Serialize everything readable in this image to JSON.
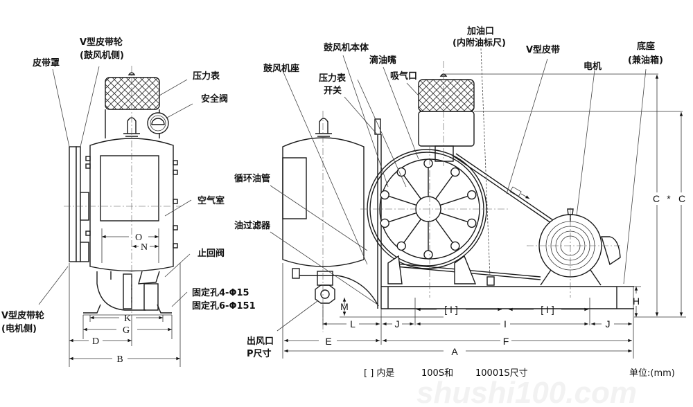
{
  "title": "鼓风机结构与外形尺寸图",
  "left_view": {
    "labels": {
      "belt_cover": "皮带罩",
      "v_pulley_blower_l1": "V型皮带轮",
      "v_pulley_blower_l2": "(鼓风机侧)",
      "pressure_gauge": "压力表",
      "safety_valve": "安全阀",
      "air_chamber": "空气室",
      "check_valve": "止回阀",
      "fix_hole_1": "固定孔4-Φ15",
      "fix_hole_2": "固定孔6-Φ151",
      "v_pulley_motor_l1": "V型皮带轮",
      "v_pulley_motor_l2": "(电机侧)"
    },
    "dimensions": {
      "O": "O",
      "N": "N",
      "K": "K",
      "G": "G",
      "D": "D",
      "B": "B"
    }
  },
  "right_view": {
    "labels": {
      "blower_seat": "鼓风机座",
      "blower_body": "鼓风机本体",
      "pressure_switch_l1": "压力表",
      "pressure_switch_l2": "开关",
      "oil_nozzle": "滴油嘴",
      "air_inlet": "吸气口",
      "oil_fill_l1": "加油口",
      "oil_fill_l2": "(内附油标尺)",
      "v_belt": "V型皮带",
      "motor": "电机",
      "base_l1": "底座",
      "base_l2": "(兼油箱)",
      "oil_circ_pipe": "循环油管",
      "oil_filter": "油过滤器",
      "outlet_l1": "出风口",
      "outlet_l2": "P尺寸"
    },
    "dimensions": {
      "M": "M",
      "L": "L",
      "J": "J",
      "J2": "J",
      "I": "I",
      "I_bracket_1": "[ I ]",
      "I_bracket_2": "[ I ]",
      "E": "E",
      "F": "F",
      "A": "A",
      "H": "H",
      "C": "C",
      "C_star": "*",
      "C2": "C"
    }
  },
  "footer": {
    "note_bracket": "[ ] 内是",
    "model_1": "100S和",
    "model_2": "10001S尺寸",
    "unit": "单位:(mm)"
  },
  "watermark": "shushi100.com"
}
